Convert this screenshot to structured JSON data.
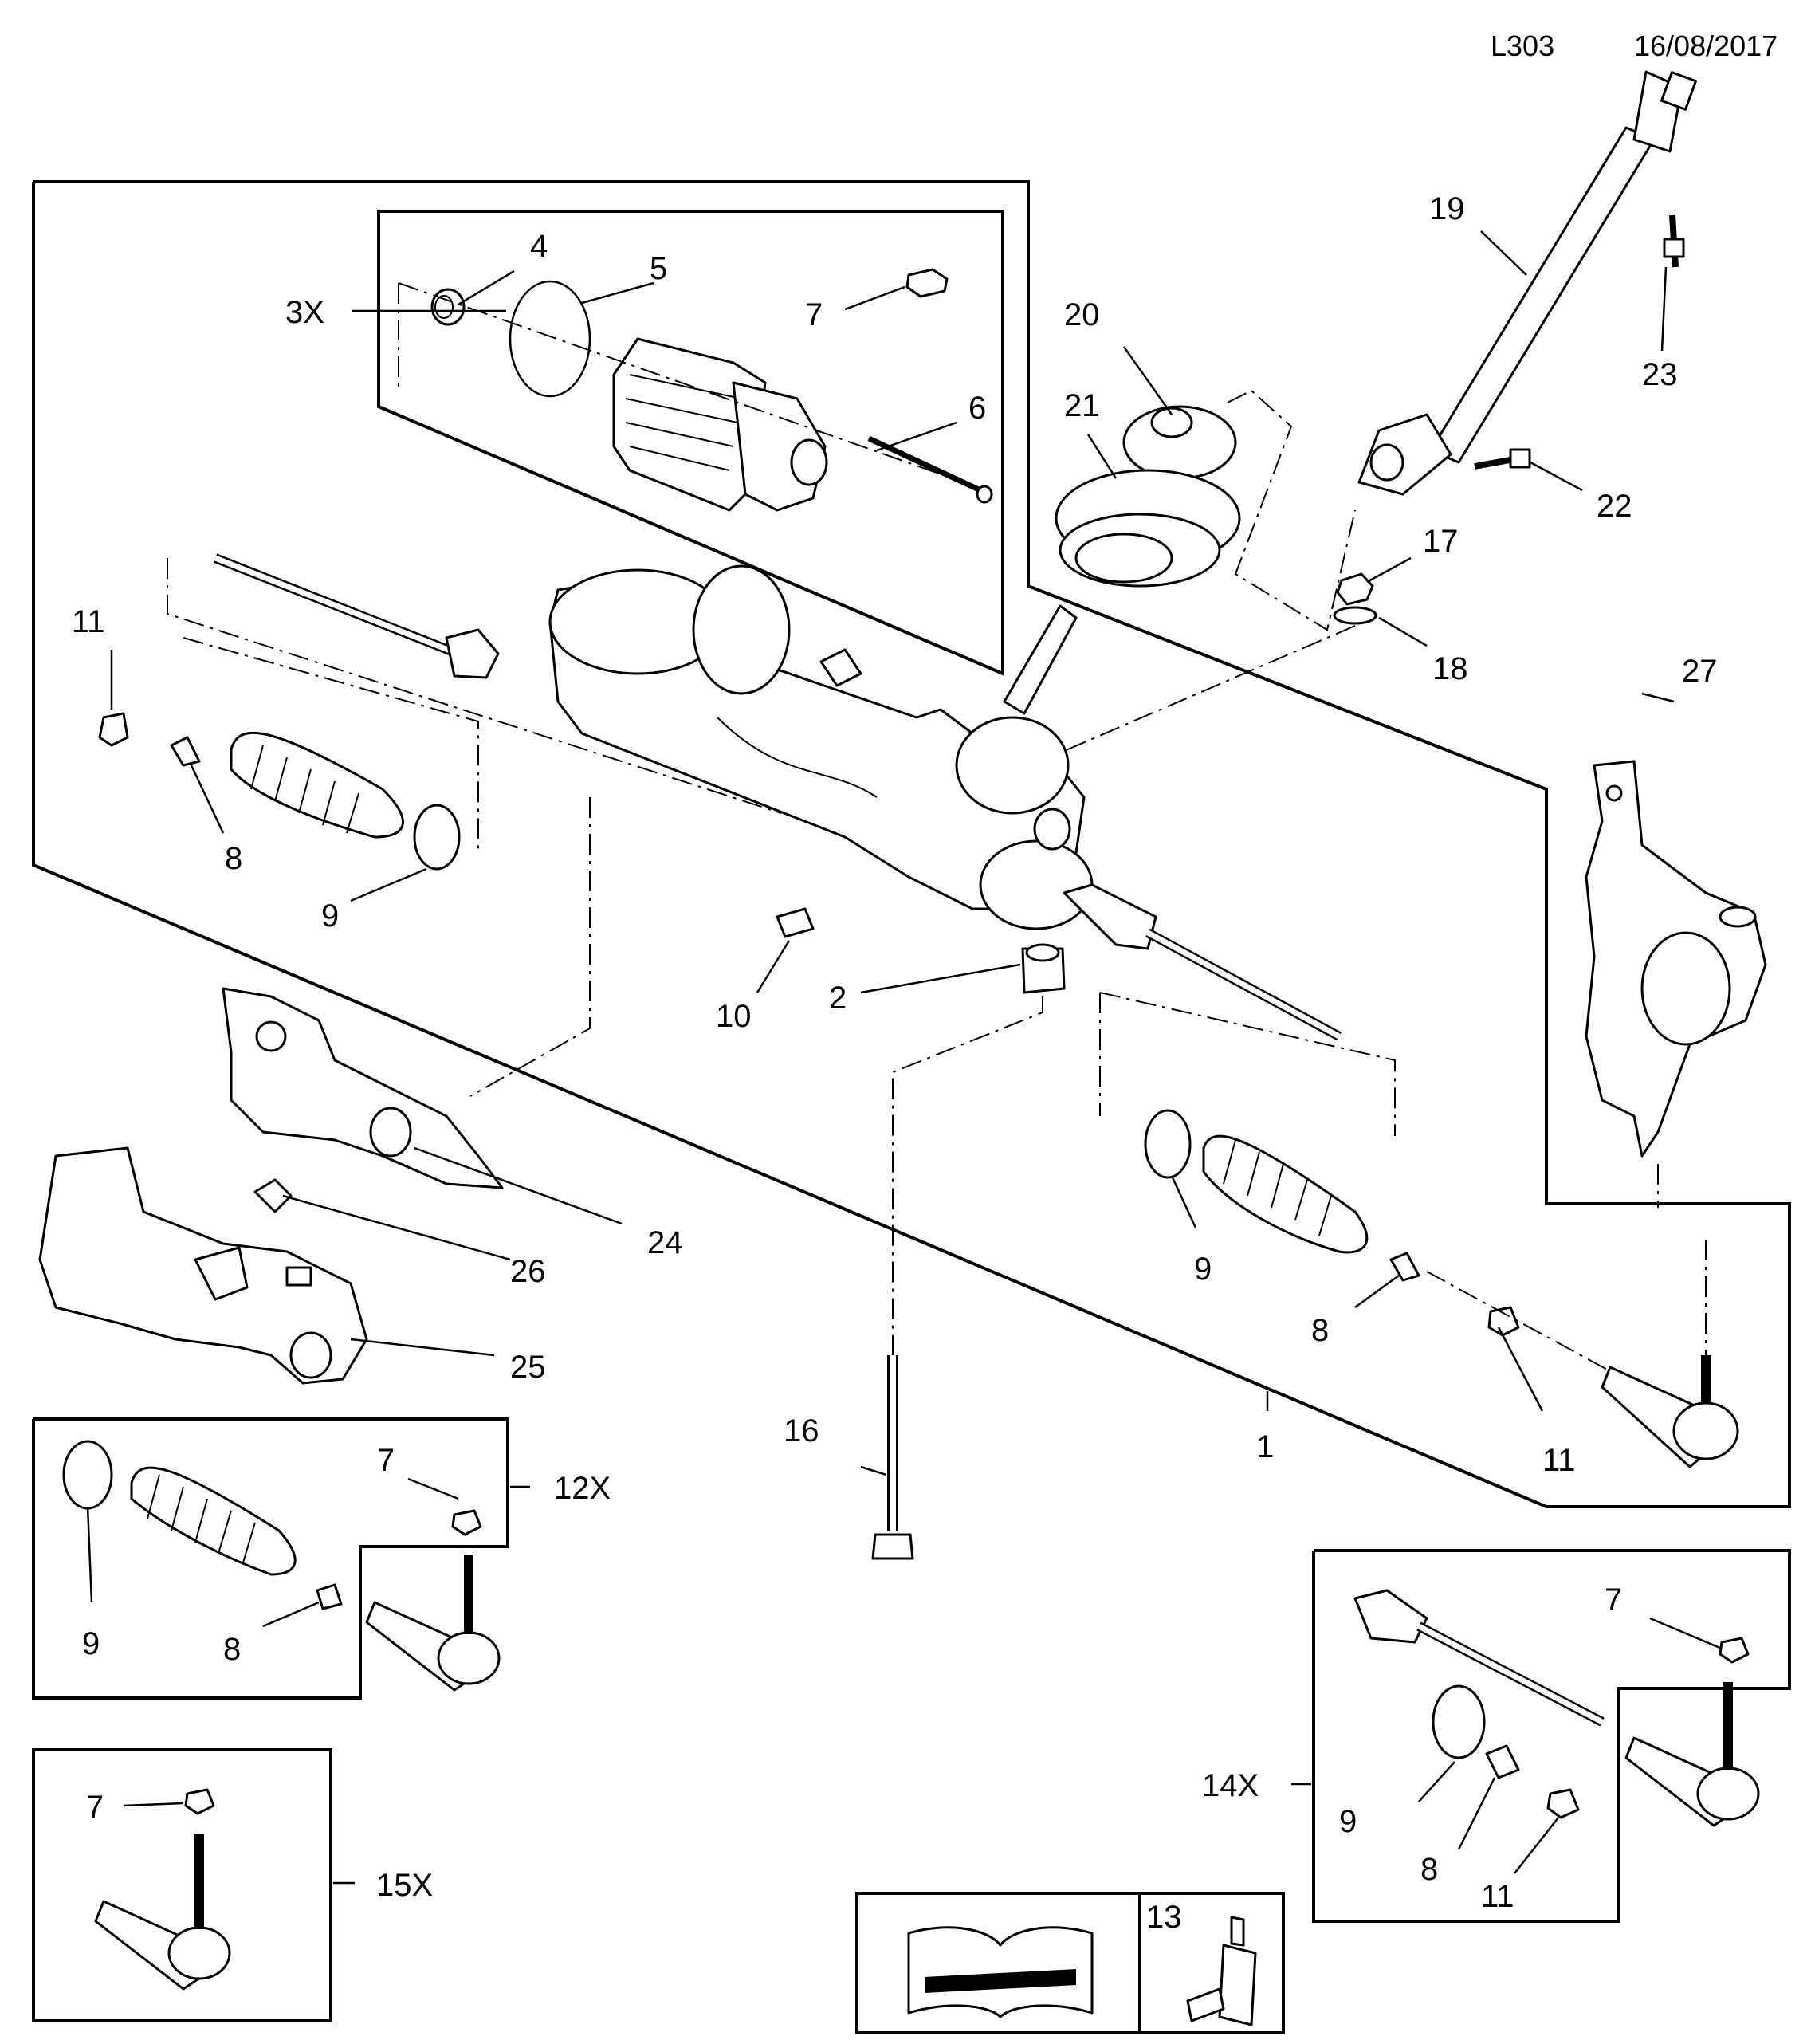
{
  "header": {
    "diagram_code": "L303",
    "date": "16/08/2017"
  },
  "callouts": [
    {
      "key": "c4",
      "text": "4"
    },
    {
      "key": "c5",
      "text": "5"
    },
    {
      "key": "c7a",
      "text": "7"
    },
    {
      "key": "c6",
      "text": "6"
    },
    {
      "key": "c3x",
      "text": "3X"
    },
    {
      "key": "c20",
      "text": "20"
    },
    {
      "key": "c21",
      "text": "21"
    },
    {
      "key": "c19",
      "text": "19"
    },
    {
      "key": "c23",
      "text": "23"
    },
    {
      "key": "c22",
      "text": "22"
    },
    {
      "key": "c17",
      "text": "17"
    },
    {
      "key": "c18",
      "text": "18"
    },
    {
      "key": "c27",
      "text": "27"
    },
    {
      "key": "c11a",
      "text": "11"
    },
    {
      "key": "c8a",
      "text": "8"
    },
    {
      "key": "c9a",
      "text": "9"
    },
    {
      "key": "c10",
      "text": "10"
    },
    {
      "key": "c2",
      "text": "2"
    },
    {
      "key": "c26",
      "text": "26"
    },
    {
      "key": "c24",
      "text": "24"
    },
    {
      "key": "c25",
      "text": "25"
    },
    {
      "key": "c9b",
      "text": "9"
    },
    {
      "key": "c8b",
      "text": "8"
    },
    {
      "key": "c11b",
      "text": "11"
    },
    {
      "key": "c1",
      "text": "1"
    },
    {
      "key": "c16",
      "text": "16"
    },
    {
      "key": "c7b",
      "text": "7"
    },
    {
      "key": "c12x",
      "text": "12X"
    },
    {
      "key": "c9c",
      "text": "9"
    },
    {
      "key": "c8c",
      "text": "8"
    },
    {
      "key": "c7c",
      "text": "7"
    },
    {
      "key": "c14x",
      "text": "14X"
    },
    {
      "key": "c9d",
      "text": "9"
    },
    {
      "key": "c8d",
      "text": "8"
    },
    {
      "key": "c11c",
      "text": "11"
    },
    {
      "key": "c7d",
      "text": "7"
    },
    {
      "key": "c15x",
      "text": "15X"
    },
    {
      "key": "c13",
      "text": "13"
    }
  ],
  "legend": {
    "manual_icon": "service-manual-wrench-icon",
    "fluid_icon": "lubricant-bottle-icon"
  }
}
